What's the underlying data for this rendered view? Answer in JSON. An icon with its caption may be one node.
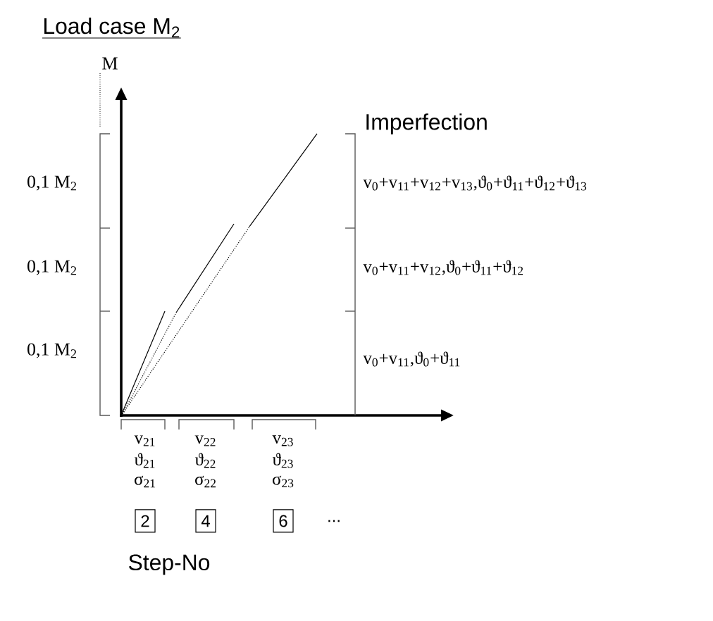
{
  "diagram": {
    "title": "Load case M$_{2}$",
    "nodes": [
      {
        "text": [
          "2"
        ]
      },
      {
        "text": [
          "4"
        ]
      },
      {
        "text": [
          "6"
        ]
      }
    ],
    "labels": [
      "M",
      "Imperfection",
      "0,1 M$_{2}$",
      "v$_{0}$+v$_{11}$+v$_{12}$+v$_{13}$,ϑ$_{0}$+ϑ$_{11}$+ϑ$_{12}$+ϑ$_{13}$",
      "0,1 M$_{2}$",
      "v$_{0}$+v$_{11}$+v$_{12}$,ϑ$_{0}$+ϑ$_{11}$+ϑ$_{12}$",
      "0,1 M$_{2}$",
      "v$_{0}$+v$_{11}$,ϑ$_{0}$+ϑ$_{11}$",
      "v$_{21}$",
      "v$_{22}$",
      "v$_{23}$",
      "ϑ$_{21}$",
      "ϑ$_{22}$",
      "ϑ$_{23}$",
      "σ$_{21}$",
      "σ$_{22}$",
      "σ$_{23}$",
      "...",
      "Step-No"
    ]
  }
}
